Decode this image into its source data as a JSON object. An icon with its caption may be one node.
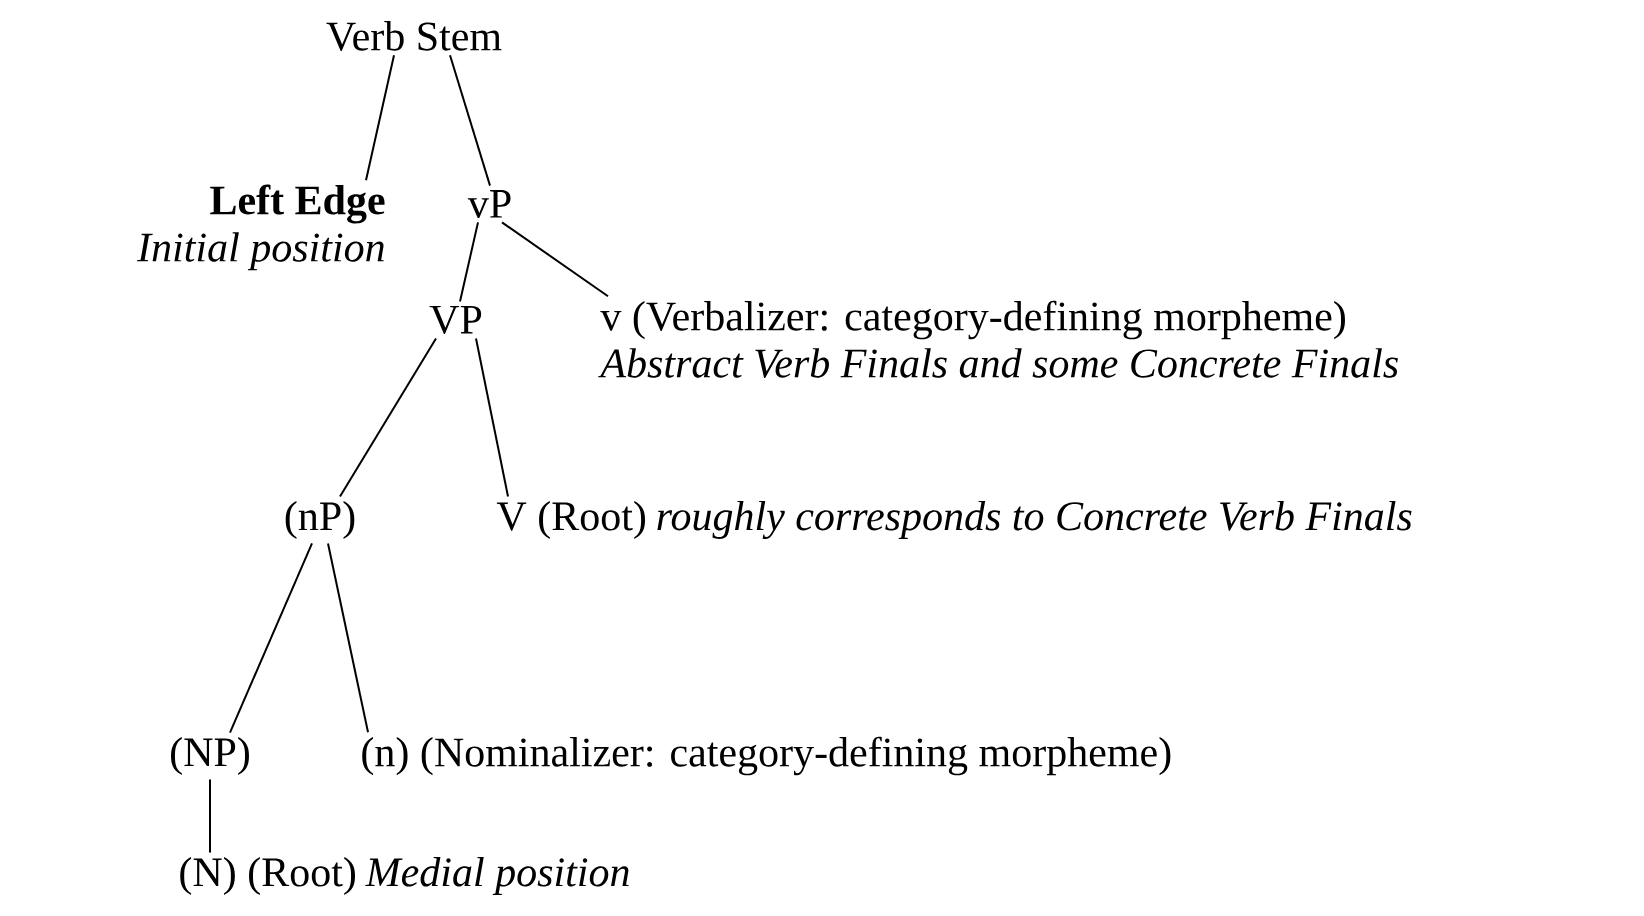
{
  "diagram": {
    "nodes": [
      {
        "text": [
          "Verb Stem"
        ]
      },
      {
        "text": [
          "Left Edge"
        ],
        "beside": [
          "Initial position"
        ]
      },
      {
        "text": [
          "vP"
        ]
      },
      {
        "text": [
          "VP"
        ]
      },
      {
        "text": [
          "v (Verbalizer: category-defining morpheme)"
        ],
        "beside": [
          "Abstract Verb Finals and some Concrete Finals"
        ]
      },
      {
        "text": [
          "(nP)"
        ]
      },
      {
        "text": [
          "V (Root)"
        ],
        "beside": [
          "roughly corresponds to Concrete Verb Finals"
        ]
      },
      {
        "text": [
          "(NP)"
        ]
      },
      {
        "text": [
          "(n) (Nominalizer: category-defining morpheme)"
        ]
      },
      {
        "text": [
          "(N) (Root)"
        ],
        "beside": [
          "Medial position"
        ]
      }
    ],
    "edges": [
      {
        "from": 0,
        "to": 1,
        "arrow": "none"
      },
      {
        "from": 0,
        "to": 2,
        "arrow": "none"
      },
      {
        "from": 2,
        "to": 3,
        "arrow": "none"
      },
      {
        "from": 2,
        "to": 4,
        "arrow": "none"
      },
      {
        "from": 3,
        "to": 5,
        "arrow": "none"
      },
      {
        "from": 3,
        "to": 6,
        "arrow": "none"
      },
      {
        "from": 5,
        "to": 7,
        "arrow": "none"
      },
      {
        "from": 5,
        "to": 8,
        "arrow": "none"
      },
      {
        "from": 7,
        "to": 9,
        "arrow": "none"
      }
    ]
  }
}
